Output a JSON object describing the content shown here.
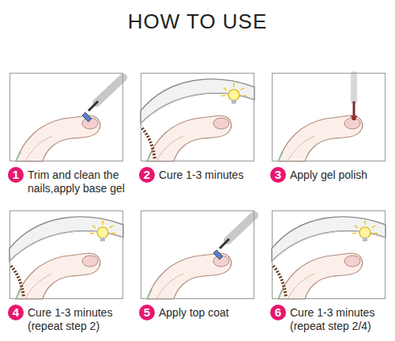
{
  "diagram": {
    "title": "HOW TO USE",
    "nodes": [
      {
        "text": [
          "Trim and clean the nails,apply base gel"
        ]
      },
      {
        "text": [
          "1"
        ]
      },
      {
        "text": [
          "Cure 1-3 minutes"
        ]
      },
      {
        "text": [
          "2"
        ]
      },
      {
        "text": [
          "Apply gel polish"
        ]
      },
      {
        "text": [
          "3"
        ]
      },
      {
        "text": [
          "Cure 1-3 minutes (repeat step 2)"
        ]
      },
      {
        "text": [
          "4"
        ]
      },
      {
        "text": [
          "Apply top coat"
        ]
      },
      {
        "text": [
          "5"
        ]
      },
      {
        "text": [
          "Cure 1-3 minutes (repeat step 2/4)"
        ]
      },
      {
        "text": [
          "6"
        ]
      }
    ]
  }
}
